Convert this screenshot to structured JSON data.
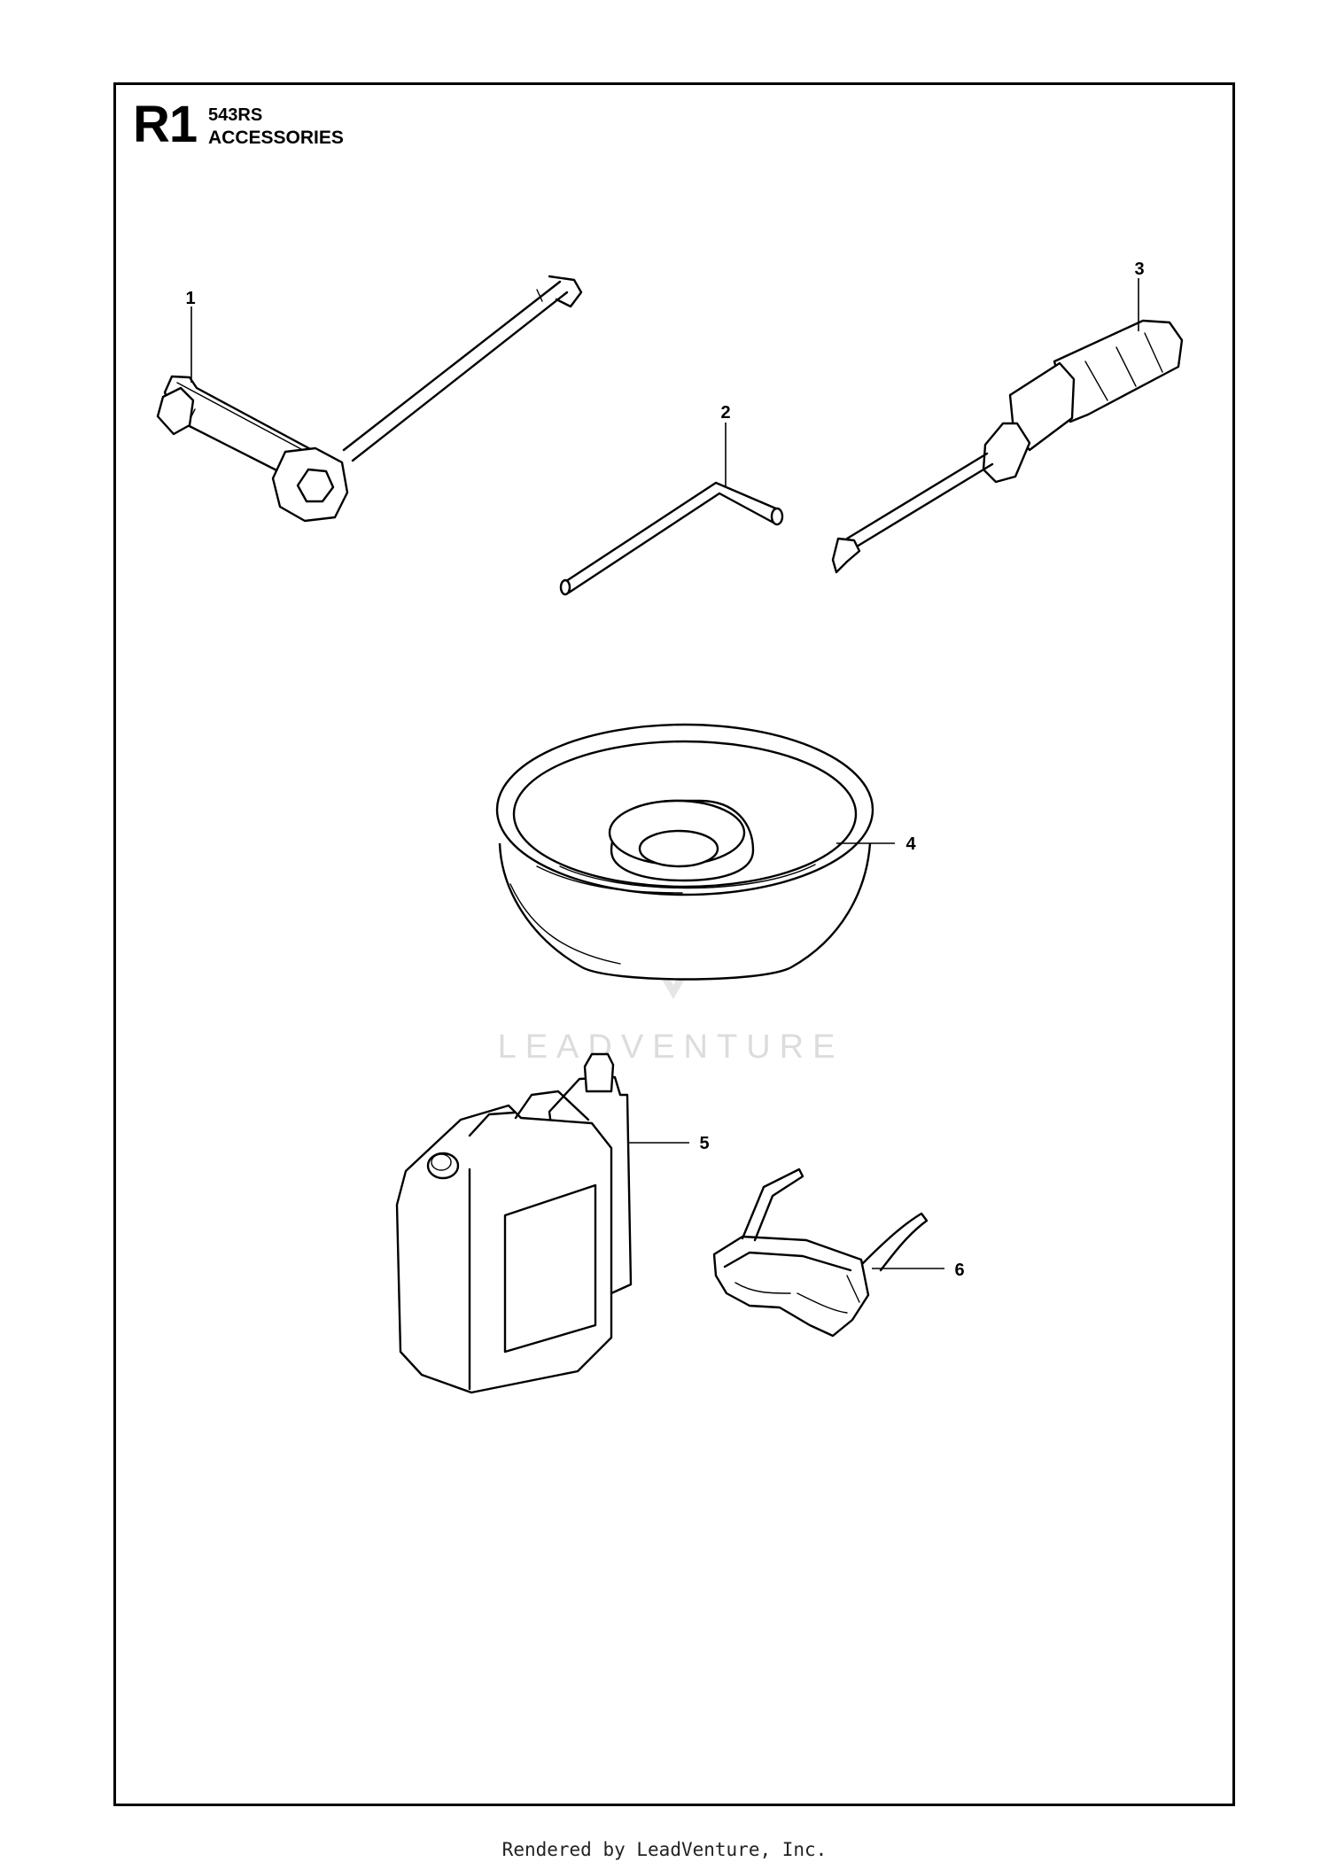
{
  "header": {
    "code": "R1",
    "model": "543RS",
    "section": "ACCESSORIES"
  },
  "callouts": [
    "1",
    "2",
    "3",
    "4",
    "5",
    "6"
  ],
  "watermark": "LEADVENTURE",
  "footer": "Rendered by LeadVenture, Inc."
}
